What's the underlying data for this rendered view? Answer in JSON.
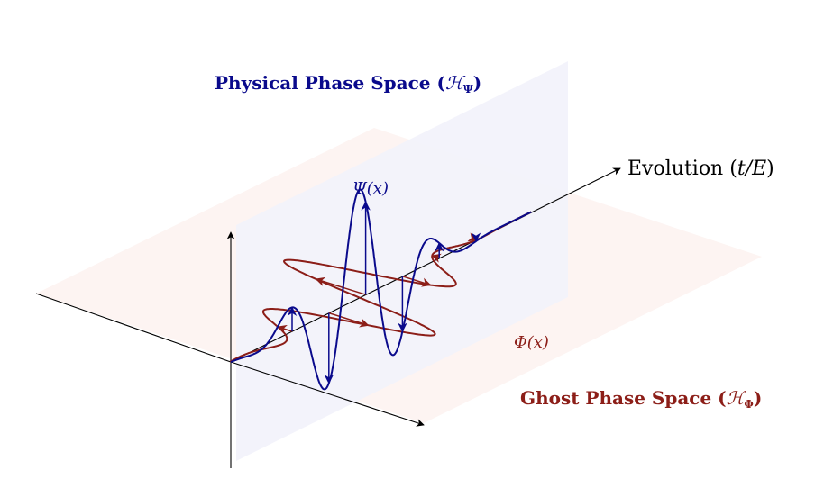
{
  "colors": {
    "physical": "#0a0a8c",
    "ghost": "#8c1e18",
    "axis": "#000000",
    "physical_plane": "#f2f2fb",
    "ghost_plane": "#fdf4f2"
  },
  "labels": {
    "physical_space_prefix": "Physical Phase Space (",
    "physical_space_symbol": "ℋ",
    "physical_space_sub": "Ψ",
    "physical_space_suffix": ")",
    "ghost_space_prefix": "Ghost Phase Space (",
    "ghost_space_symbol": "ℋ",
    "ghost_space_sub": "Φ",
    "ghost_space_suffix": ")",
    "evolution_prefix": "Evolution (",
    "evolution_var": "t/E",
    "evolution_suffix": ")",
    "psi_label": "Ψ(x)",
    "phi_label": "Φ(x)"
  }
}
